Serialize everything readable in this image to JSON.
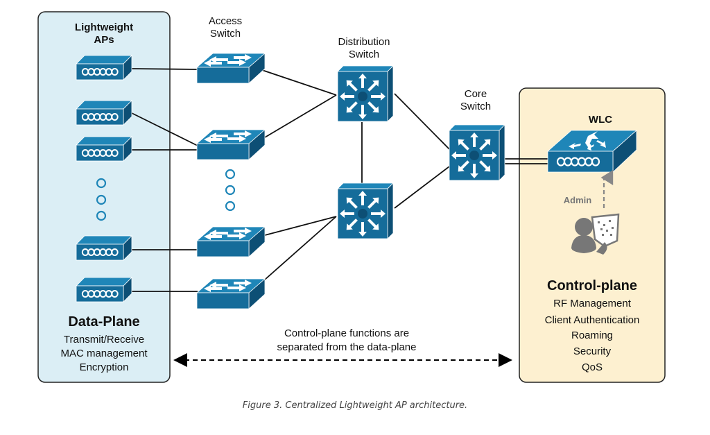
{
  "figure": {
    "caption": "Figure 3. Centralized Lightweight AP architecture."
  },
  "data_plane": {
    "header_line1": "Lightweight",
    "header_line2": "APs",
    "title": "Data-Plane",
    "functions": [
      "Transmit/Receive",
      "MAC management",
      "Encryption"
    ],
    "access_points": [
      "ap-1",
      "ap-2",
      "ap-3",
      "ap-4",
      "ap-5"
    ]
  },
  "access_layer": {
    "label_line1": "Access",
    "label_line2": "Switch",
    "switches": [
      "access-1",
      "access-2",
      "access-3",
      "access-4"
    ]
  },
  "distribution_layer": {
    "label_line1": "Distribution",
    "label_line2": "Switch"
  },
  "core_layer": {
    "label_line1": "Core",
    "label_line2": "Switch"
  },
  "control_plane": {
    "device_label": "WLC",
    "admin_label": "Admin",
    "title": "Control-plane",
    "functions": [
      "RF Management",
      "Client Authentication",
      "Roaming",
      "Security",
      "QoS"
    ]
  },
  "separation_note": {
    "line1": "Control-plane functions are",
    "line2": "separated from the data-plane"
  },
  "colors": {
    "device_blue": "#156c9a",
    "device_top": "#1f86b8",
    "device_side": "#0d4f75",
    "data_plane_bg": "#dbeef5",
    "control_plane_bg": "#fdf0d0",
    "ellipsis_blue": "#1f86b8",
    "admin_gray": "#777777"
  }
}
